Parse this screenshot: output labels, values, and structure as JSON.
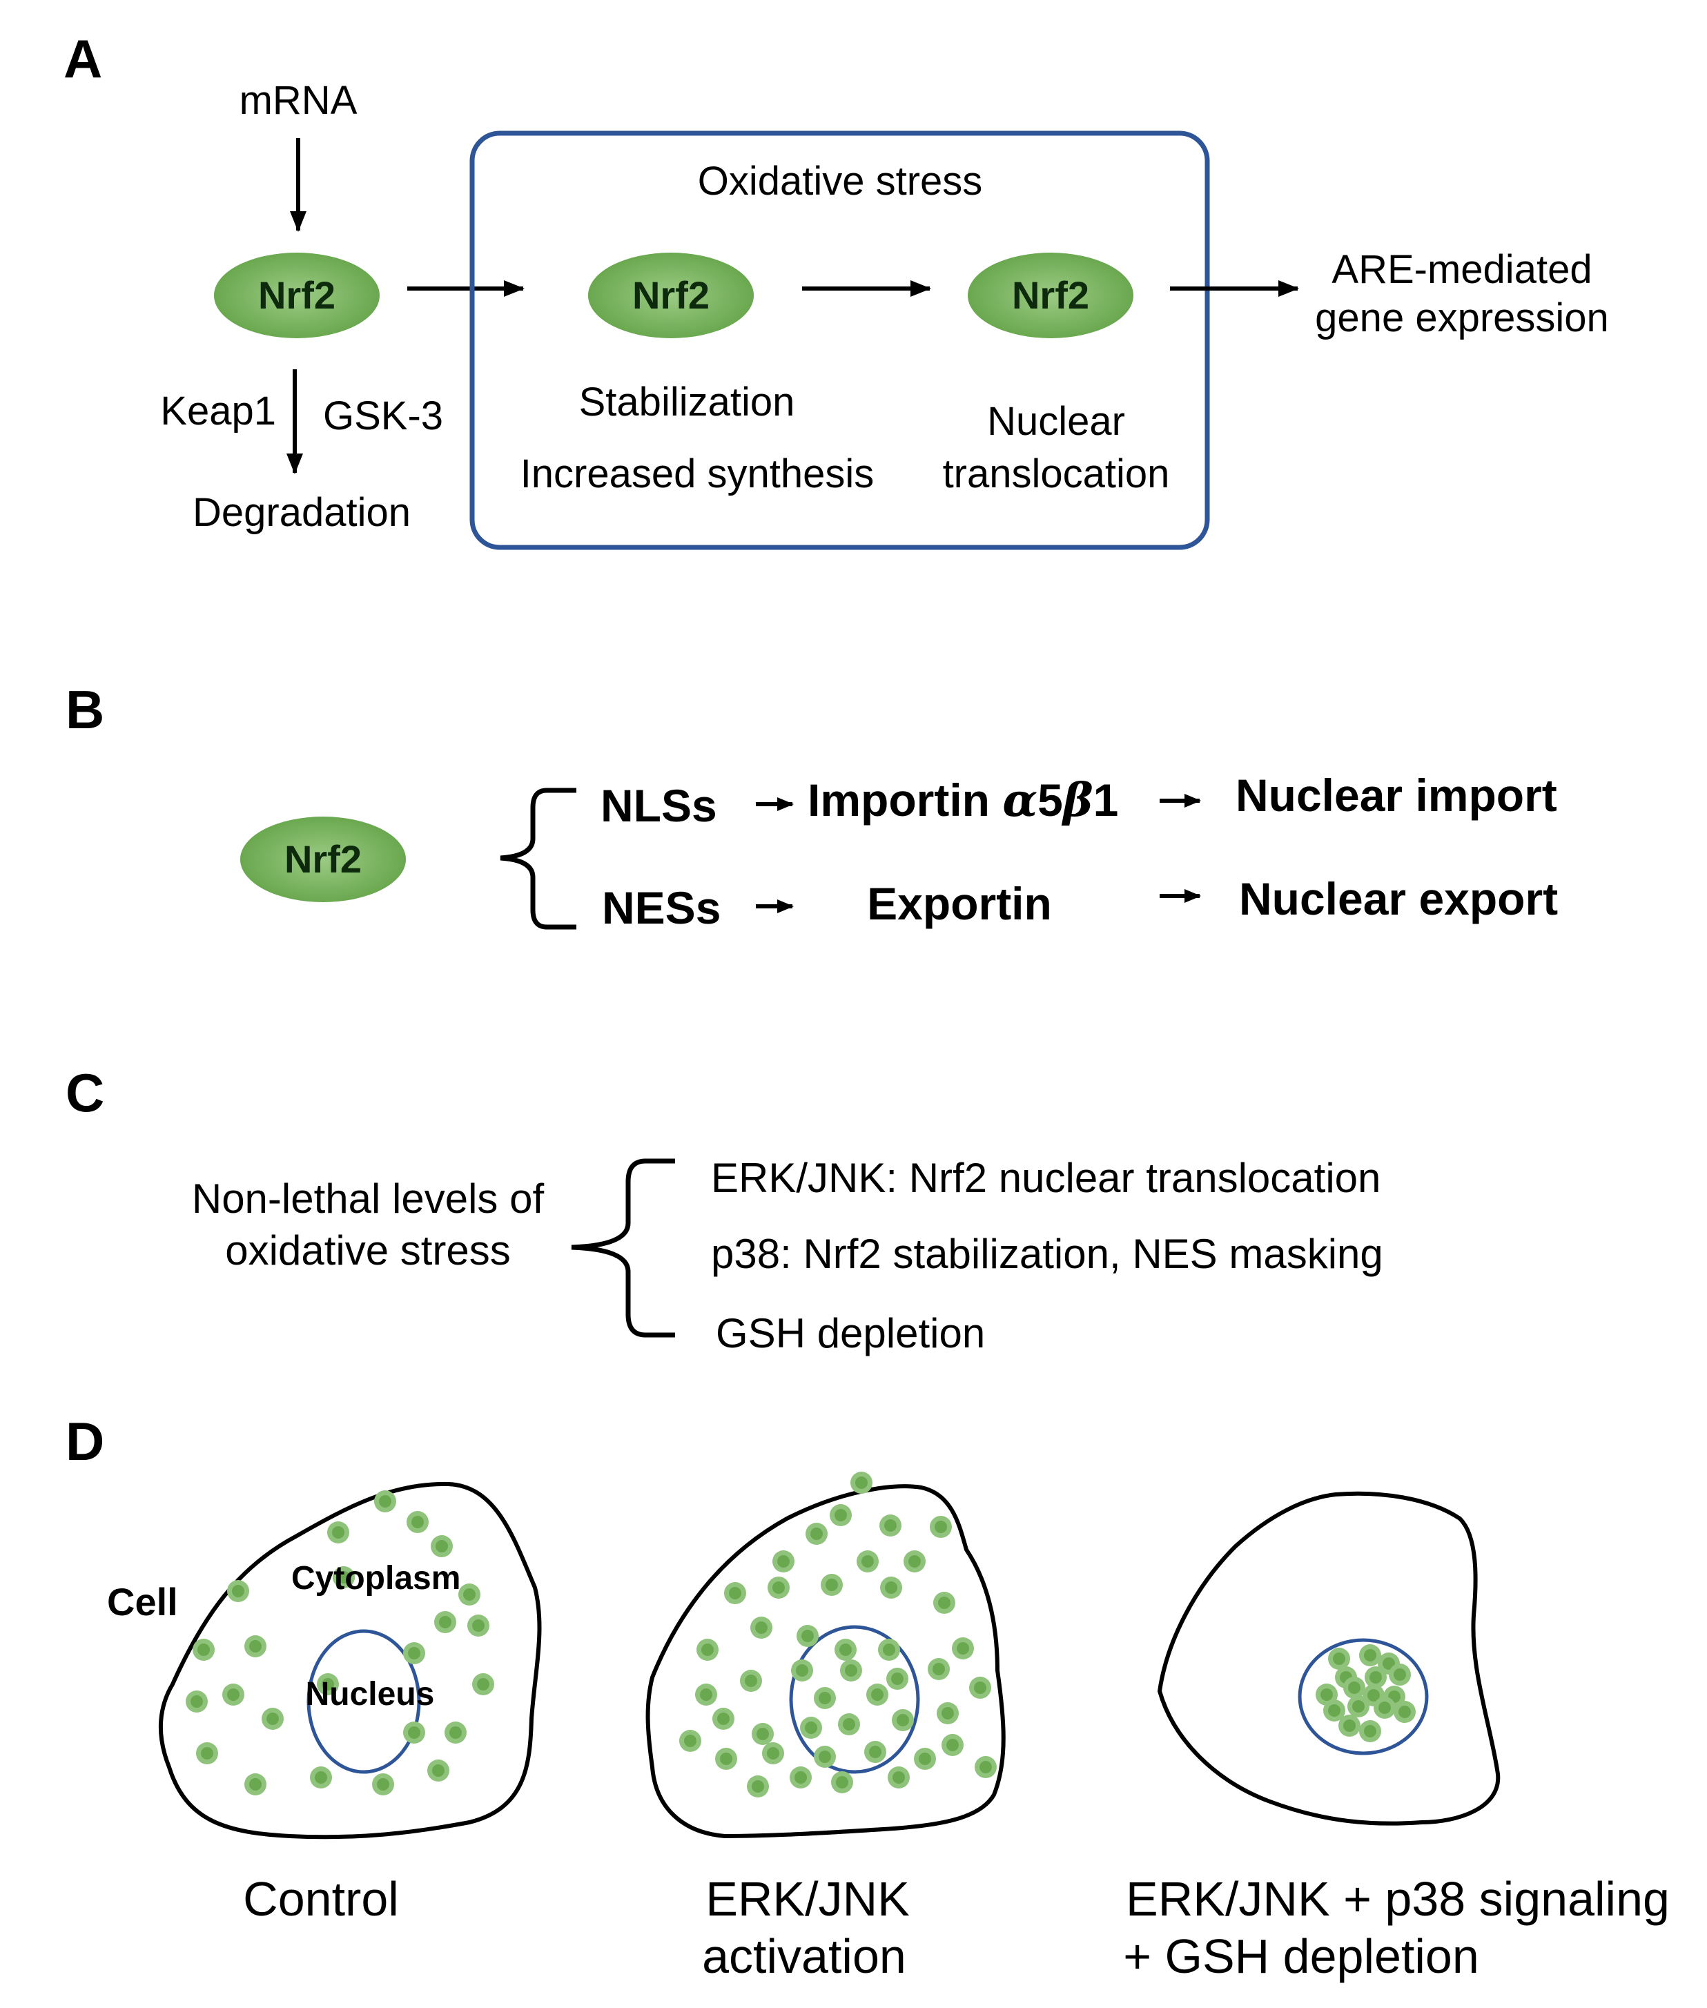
{
  "panels": {
    "a": {
      "letter": "A",
      "mrna": "mRNA",
      "nrf2_label": "Nrf2",
      "keap1": "Keap1",
      "gsk3": "GSK-3",
      "degradation": "Degradation",
      "box_title": "Oxidative stress",
      "stabilization": "Stabilization",
      "increased_synthesis": "Increased synthesis",
      "nuclear": "Nuclear",
      "translocation": "translocation",
      "are_line1": "ARE-mediated",
      "are_line2": "gene expression"
    },
    "b": {
      "letter": "B",
      "nrf2_label": "Nrf2",
      "nlss": "NLSs",
      "importin_prefix": "Importin ",
      "importin_alpha": "α",
      "importin_five": "5",
      "importin_beta": "β",
      "importin_one": "1",
      "nuclear_import": "Nuclear import",
      "ness": "NESs",
      "exportin": "Exportin",
      "nuclear_export": "Nuclear export"
    },
    "c": {
      "letter": "C",
      "stimulus_line1": "Non-lethal levels of",
      "stimulus_line2": "oxidative stress",
      "effects": [
        "ERK/JNK: Nrf2 nuclear translocation",
        "p38: Nrf2 stabilization, NES masking",
        "GSH depletion"
      ]
    },
    "d": {
      "letter": "D",
      "cell_label": "Cell",
      "cytoplasm_label": "Cytoplasm",
      "nucleus_label": "Nucleus",
      "conditions": [
        {
          "caption_lines": [
            "Control"
          ]
        },
        {
          "caption_lines": [
            "ERK/JNK",
            "activation"
          ]
        },
        {
          "caption_lines": [
            "ERK/JNK + p38 signaling",
            "+ GSH depletion"
          ]
        }
      ]
    }
  },
  "colors": {
    "box_border": "#2e5597",
    "nucleus_border": "#2e5597",
    "nrf2_fill_center": "#9ccb84",
    "nrf2_fill_edge": "#6aa84f",
    "dot_fill": "#8fc27a",
    "dot_core": "#6aa84f",
    "line": "#000000"
  }
}
